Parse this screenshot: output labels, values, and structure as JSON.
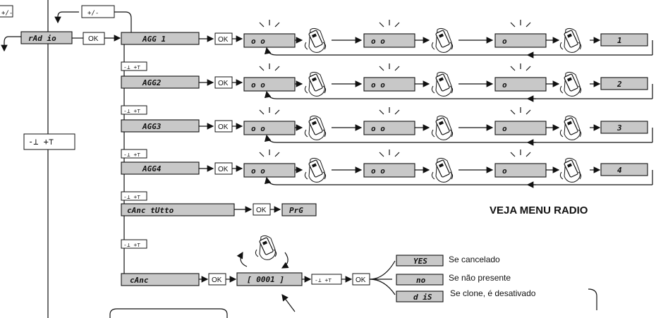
{
  "keys": {
    "plusminus": "+/-",
    "arrows": "-⊥ +⊤",
    "ok": "OK"
  },
  "menu": {
    "radio_label": "rAd io",
    "rows": [
      {
        "label": "AGG 1",
        "result": "1"
      },
      {
        "label": "AGG2",
        "result": "2"
      },
      {
        "label": "AGG3",
        "result": "3"
      },
      {
        "label": "AGG4",
        "result": "4"
      }
    ],
    "cancel_all": {
      "label": "cAnc tUtto",
      "result": "PrG"
    },
    "cancel": {
      "label": "cAnc",
      "code": "[ 0001 ]"
    }
  },
  "lcd_dots": {
    "pair": "o    o",
    "single": "o"
  },
  "outcomes": [
    {
      "display": "YES",
      "text": "Se cancelado"
    },
    {
      "display": "no",
      "text": "Se não presente"
    },
    {
      "display": "d iS",
      "text": "Se clone, é desativado"
    }
  ],
  "title": "VEJA MENU RADIO"
}
